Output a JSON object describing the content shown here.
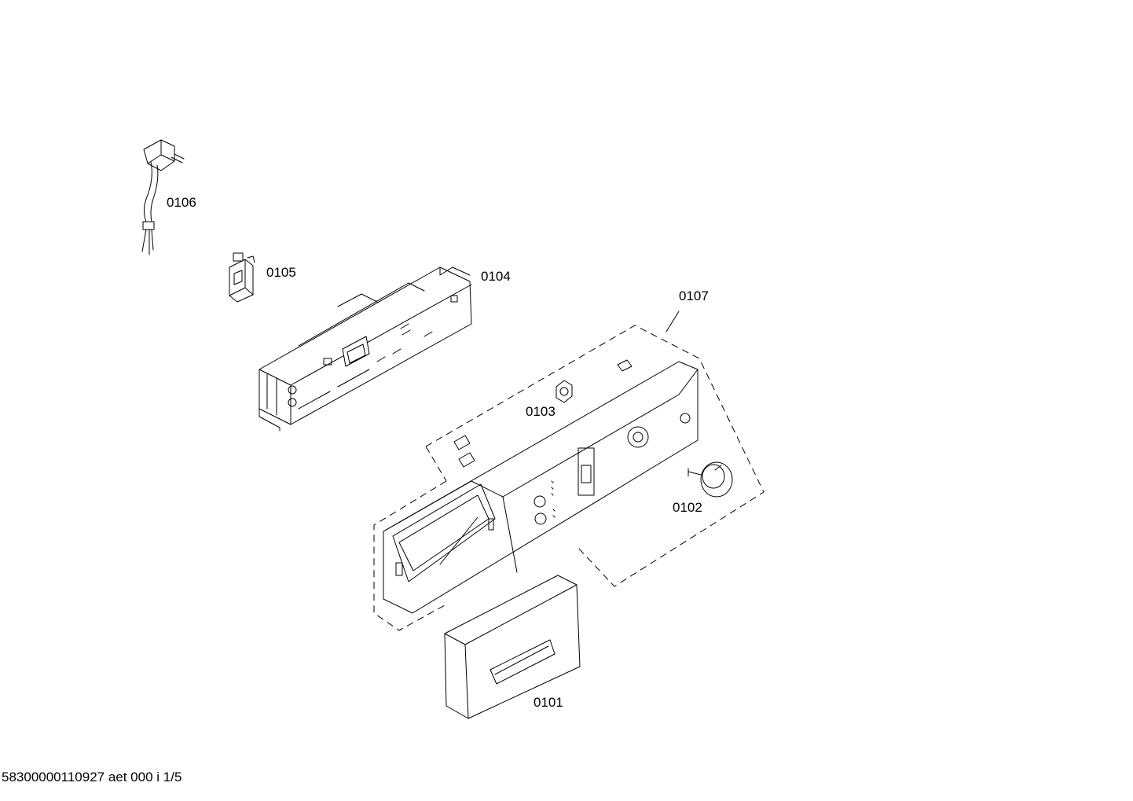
{
  "diagram": {
    "parts": [
      {
        "id": "mains-cable",
        "label": "0106"
      },
      {
        "id": "interference-suppressor",
        "label": "0105"
      },
      {
        "id": "control-module",
        "label": "0104"
      },
      {
        "id": "fascia-assembly",
        "label": "0107"
      },
      {
        "id": "push-button",
        "label": "0103"
      },
      {
        "id": "programme-knob",
        "label": "0102"
      },
      {
        "id": "dispenser-handle",
        "label": "0101"
      }
    ],
    "footer": "58300000110927 aet 000 i 1/5"
  }
}
